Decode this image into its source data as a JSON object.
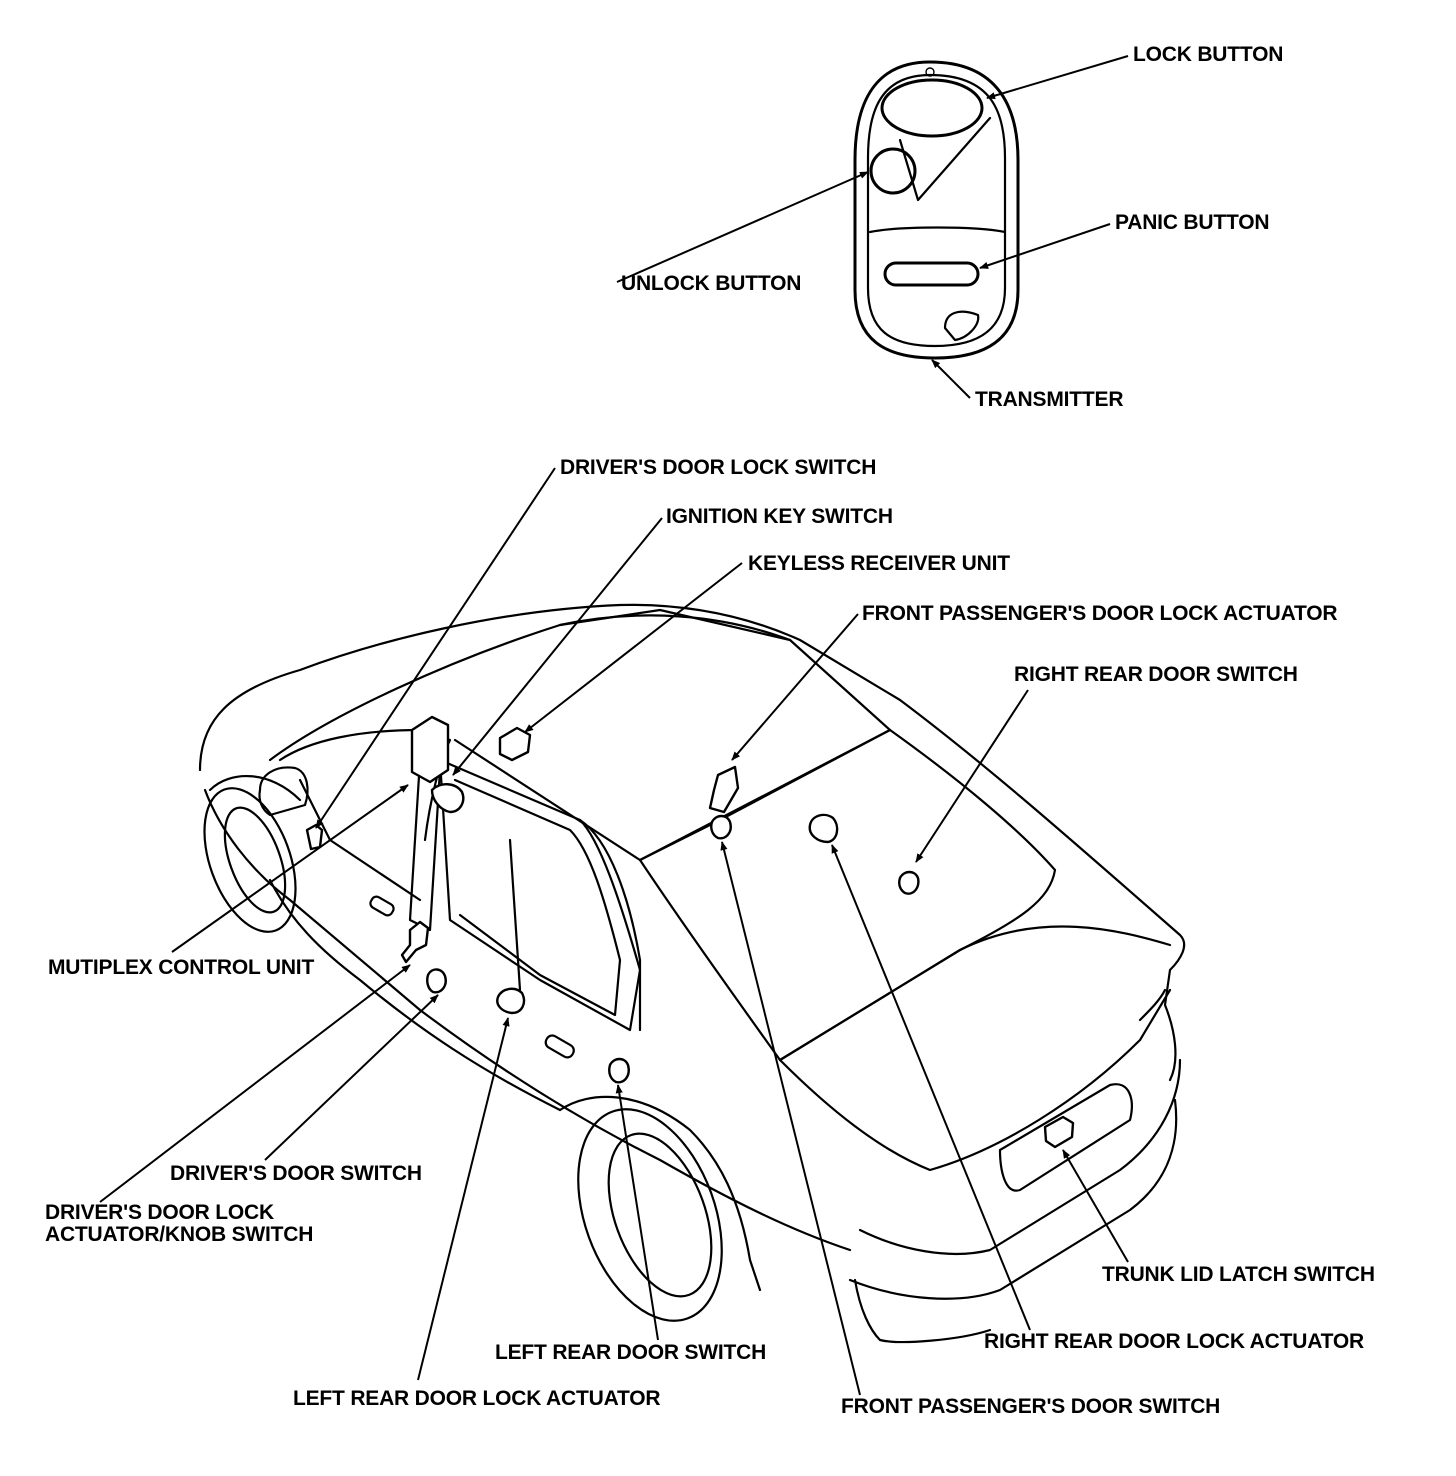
{
  "colors": {
    "ink": "#000000",
    "paper": "#ffffff"
  },
  "transmitter": {
    "lock_button": "LOCK BUTTON",
    "unlock_button": "UNLOCK BUTTON",
    "panic_button": "PANIC BUTTON",
    "transmitter": "TRANSMITTER"
  },
  "components": {
    "drivers_door_lock_switch": "DRIVER'S DOOR LOCK SWITCH",
    "ignition_key_switch": "IGNITION KEY SWITCH",
    "keyless_receiver_unit": "KEYLESS RECEIVER UNIT",
    "front_passengers_door_lock_actuator": "FRONT PASSENGER'S DOOR LOCK ACTUATOR",
    "right_rear_door_switch": "RIGHT REAR DOOR SWITCH",
    "multiplex_control_unit": "MUTIPLEX CONTROL UNIT",
    "drivers_door_switch": "DRIVER'S DOOR SWITCH",
    "drivers_door_lock_actuator_line1": "DRIVER'S DOOR LOCK",
    "drivers_door_lock_actuator_line2": "ACTUATOR/KNOB SWITCH",
    "trunk_lid_latch_switch": "TRUNK LID LATCH SWITCH",
    "left_rear_door_switch": "LEFT REAR DOOR SWITCH",
    "right_rear_door_lock_actuator": "RIGHT REAR DOOR LOCK ACTUATOR",
    "left_rear_door_lock_actuator": "LEFT REAR DOOR LOCK ACTUATOR",
    "front_passengers_door_switch": "FRONT PASSENGER'S DOOR SWITCH"
  }
}
